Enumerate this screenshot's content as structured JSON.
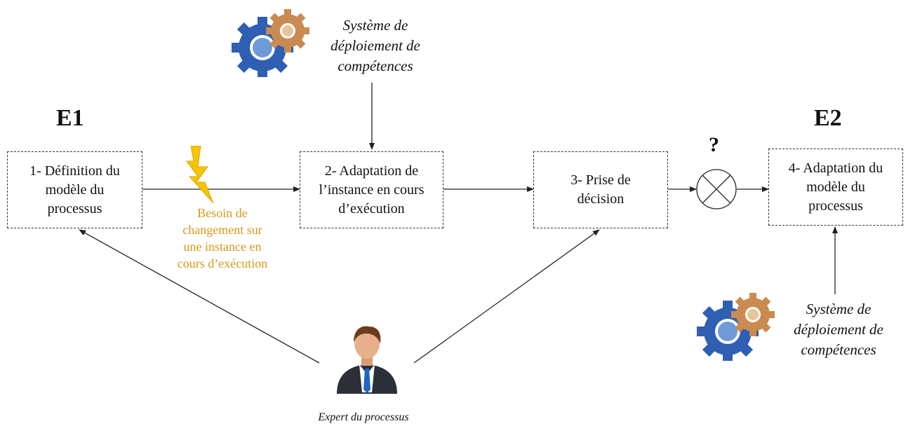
{
  "colors": {
    "warning_text": "#d49a14",
    "bolt": "#f5c400",
    "gear_blue": "#2f5fb3",
    "gear_copper": "#c98b52"
  },
  "stages": {
    "start": "E1",
    "end": "E2"
  },
  "boxes": {
    "definition": [
      "1- Définition du",
      "modèle du",
      "processus"
    ],
    "adaptation_instance": [
      "2- Adaptation de",
      "l’instance en cours",
      "d’exécution"
    ],
    "decision": [
      "3- Prise de",
      "décision"
    ],
    "adaptation_model": [
      "4- Adaptation du",
      "modèle du",
      "processus"
    ]
  },
  "skills_system": {
    "top": [
      "Système de",
      "déploiement de",
      "compétences"
    ],
    "bottom": [
      "Système de",
      "déploiement de",
      "compétences"
    ]
  },
  "change_need": [
    "Besoin de",
    "changement sur",
    "une instance en",
    "cours d’exécution"
  ],
  "question_mark": "?",
  "expert": {
    "label": "Expert du processus"
  },
  "icons": [
    "gears-icon",
    "lightning-icon",
    "expert-avatar-icon",
    "xor-gate-icon"
  ]
}
